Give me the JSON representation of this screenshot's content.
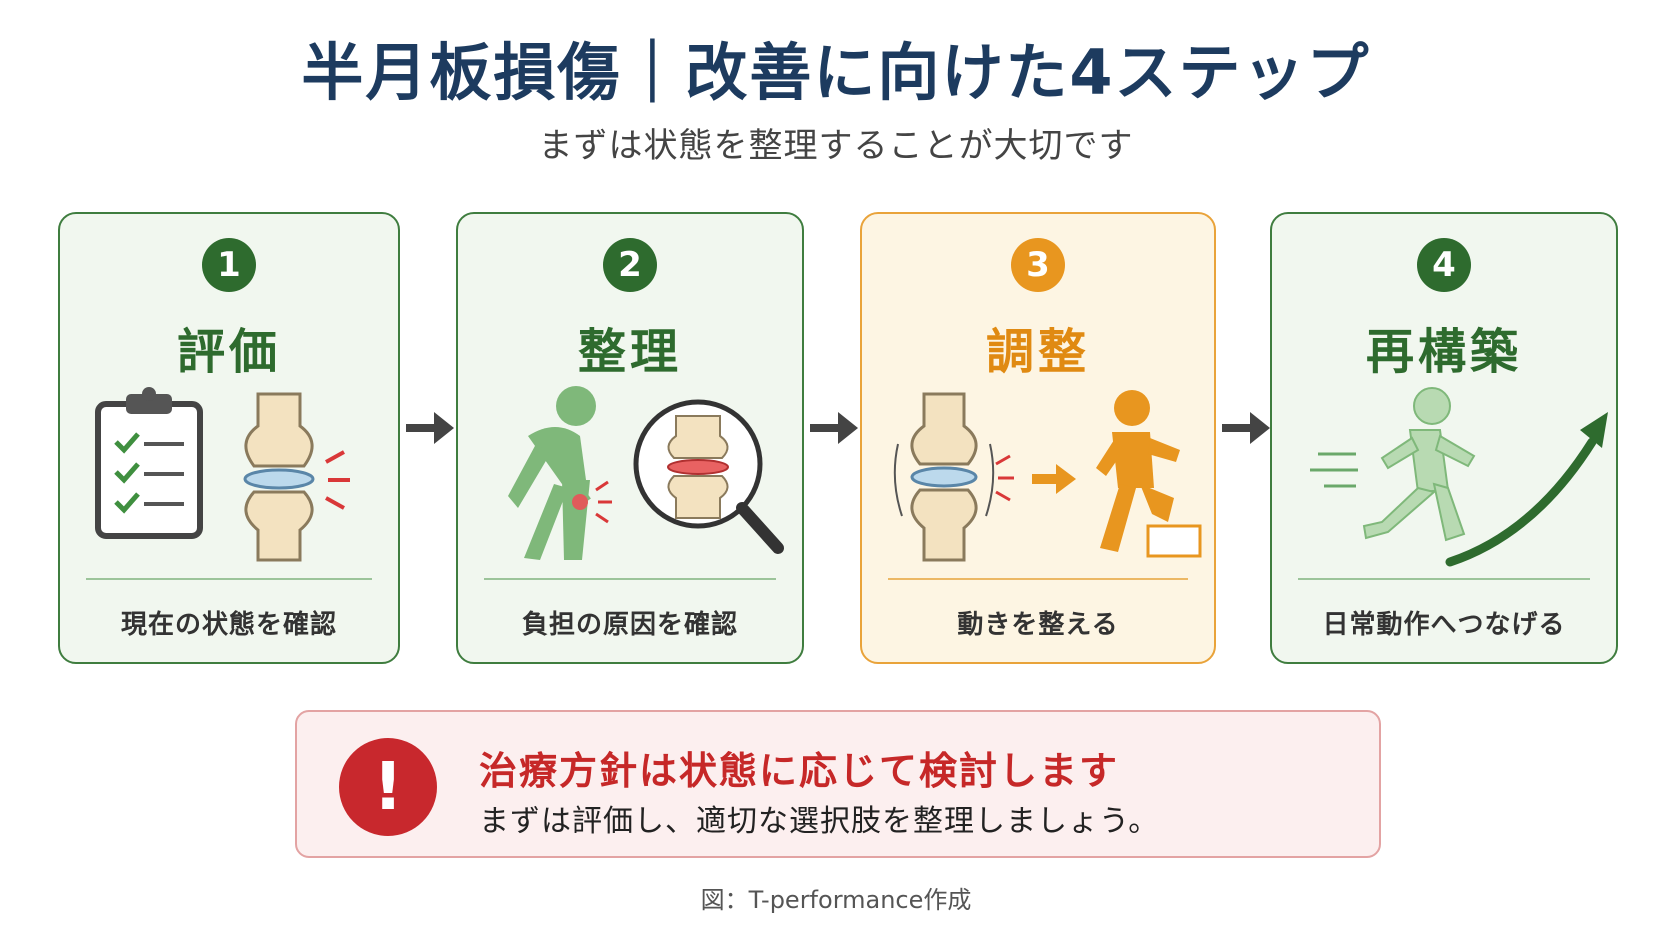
{
  "title": "半月板損傷｜改善に向けた4ステップ",
  "subtitle": "まずは状態を整理することが大切です",
  "steps": [
    {
      "number": "1",
      "heading": "評価",
      "description": "現在の状態を確認",
      "icon": "clipboard-knee-pain-icon",
      "accent": "#2e6b2e"
    },
    {
      "number": "2",
      "heading": "整理",
      "description": "負担の原因を確認",
      "icon": "person-knee-magnifier-icon",
      "accent": "#2e6b2e"
    },
    {
      "number": "3",
      "heading": "調整",
      "description": "動きを整える",
      "icon": "knee-step-up-icon",
      "accent": "#e8961f"
    },
    {
      "number": "4",
      "heading": "再構築",
      "description": "日常動作へつなげる",
      "icon": "runner-rising-arrow-icon",
      "accent": "#2e6b2e"
    }
  ],
  "notice": {
    "title": "治療方針は状態に応じて検討します",
    "body": "まずは評価し、適切な選択肢を整理しましょう。",
    "icon": "exclamation-icon",
    "accent": "#c8282d"
  },
  "credit": "図：T-performance作成"
}
